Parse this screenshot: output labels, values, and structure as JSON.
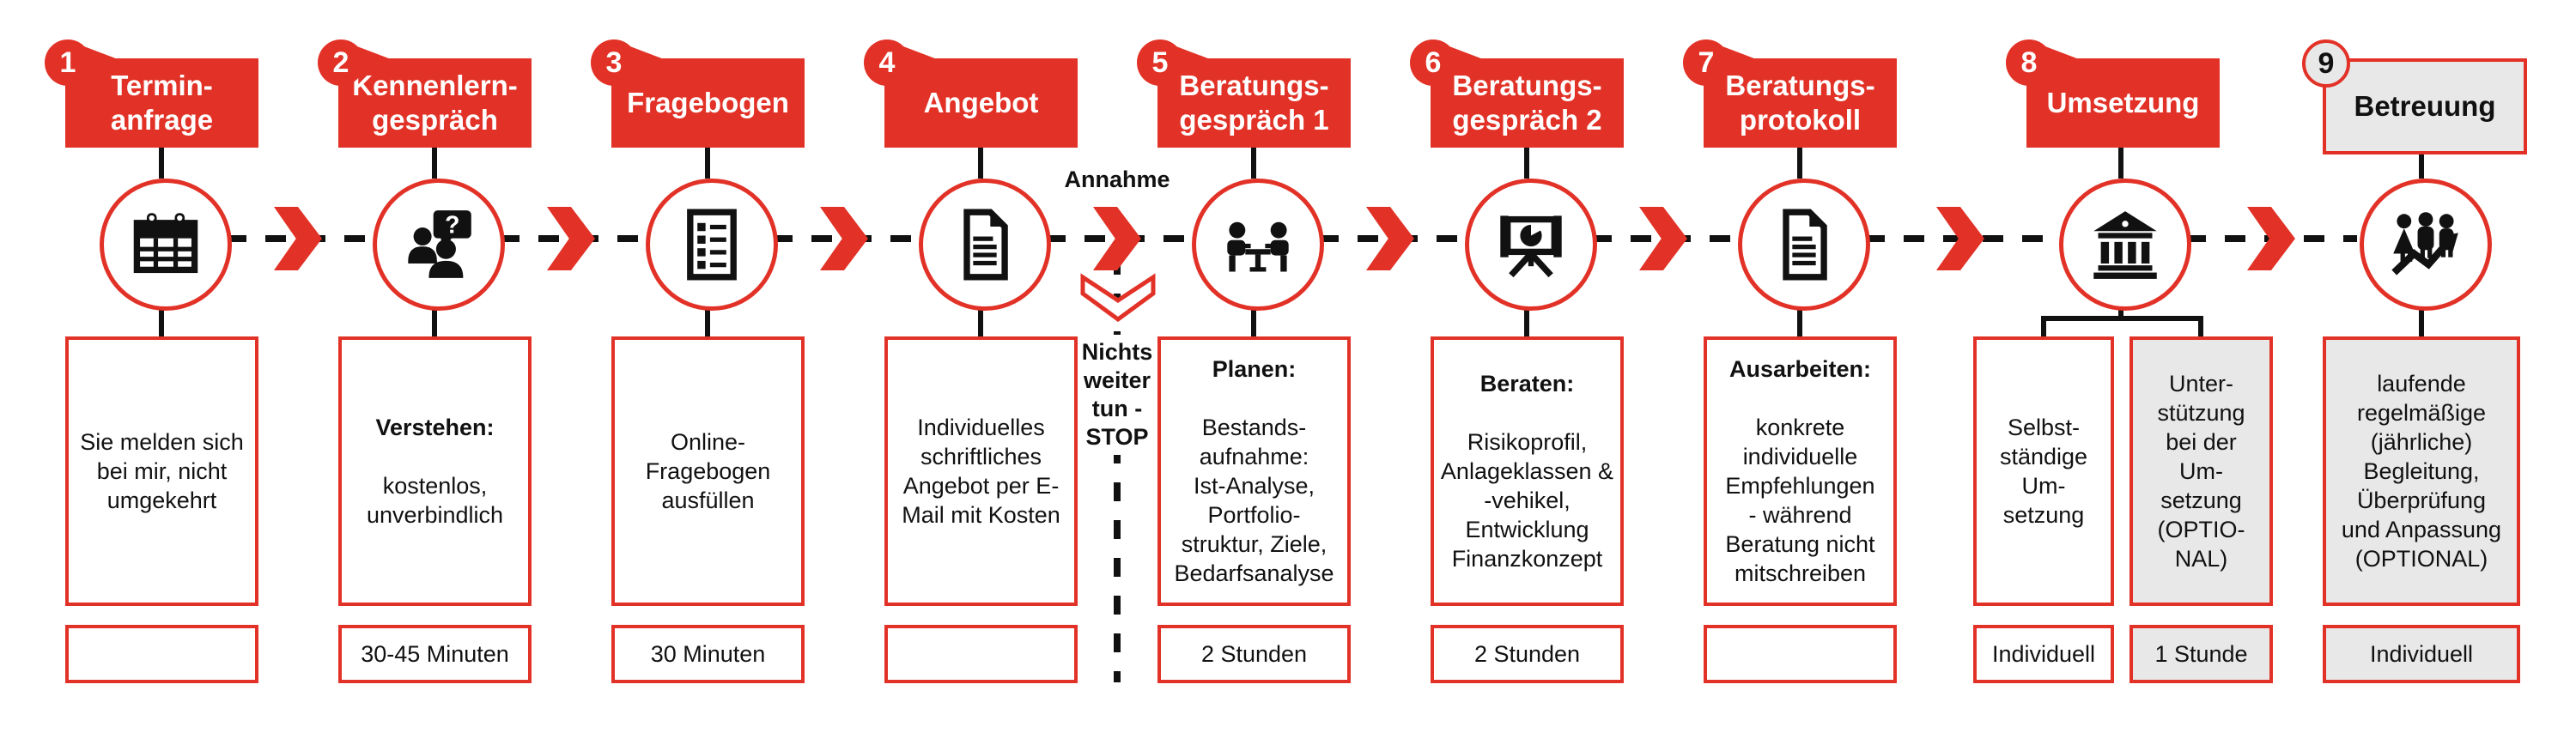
{
  "diagram": {
    "annahme_label": "Annahme",
    "stop_label": "Nichts\nweiter\ntun -\nSTOP"
  },
  "colors": {
    "red": "#E23227",
    "gray": "#E8E8E8",
    "black": "#111111",
    "white": "#FFFFFF"
  },
  "steps": [
    {
      "number": "1",
      "title": "Termin-\nanfrage",
      "icon": "calendar-icon",
      "lead": "",
      "desc": "Sie melden sich\nbei mir, nicht\numgekehrt",
      "duration": ""
    },
    {
      "number": "2",
      "title": "Kennenlern-\ngespräch",
      "icon": "people-question-icon",
      "lead": "Verstehen:",
      "desc": "\nkostenlos,\nunverbindlich",
      "duration": "30-45 Minuten"
    },
    {
      "number": "3",
      "title": "Fragebogen",
      "icon": "checklist-icon",
      "lead": "",
      "desc": "Online-\nFragebogen\nausfüllen",
      "duration": "30 Minuten"
    },
    {
      "number": "4",
      "title": "Angebot",
      "icon": "document-icon",
      "lead": "",
      "desc": "Individuelles\nschriftliches\nAngebot per E-\nMail mit Kosten",
      "duration": ""
    },
    {
      "number": "5",
      "title": "Beratungs-\ngespräch 1",
      "icon": "meeting-icon",
      "lead": "Planen:",
      "desc": "\nBestands-\naufnahme:\nIst-Analyse,\nPortfolio-\nstruktur, Ziele,\nBedarfsanalyse",
      "duration": "2 Stunden"
    },
    {
      "number": "6",
      "title": "Beratungs-\ngespräch 2",
      "icon": "presentation-pie-icon",
      "lead": "Beraten:",
      "desc": "\nRisikoprofil,\nAnlageklassen &\n-vehikel,\nEntwicklung\nFinanzkonzept",
      "duration": "2 Stunden"
    },
    {
      "number": "7",
      "title": "Beratungs-\nprotokoll",
      "icon": "document-icon",
      "lead": "Ausarbeiten:",
      "desc": "\nkonkrete\nindividuelle\nEmpfehlungen\n- während\nBeratung nicht\nmitschreiben",
      "duration": ""
    },
    {
      "number": "8",
      "title": "Umsetzung",
      "icon": "bank-icon",
      "boxes": [
        {
          "desc": "Selbst-\nständige\nUm-\nsetzung",
          "duration": "Individuell",
          "optional": false
        },
        {
          "desc": "Unter-\nstützung\nbei der\nUm-\nsetzung\n(OPTIO-\nNAL)",
          "duration": "1 Stunde",
          "optional": true
        }
      ]
    },
    {
      "number": "9",
      "title": "Betreuung",
      "icon": "group-growth-icon",
      "lead": "",
      "desc": "laufende\nregelmäßige\n(jährliche)\nBegleitung,\nÜberprüfung\nund Anpassung\n(OPTIONAL)",
      "duration": "Individuell",
      "optional": true
    }
  ]
}
